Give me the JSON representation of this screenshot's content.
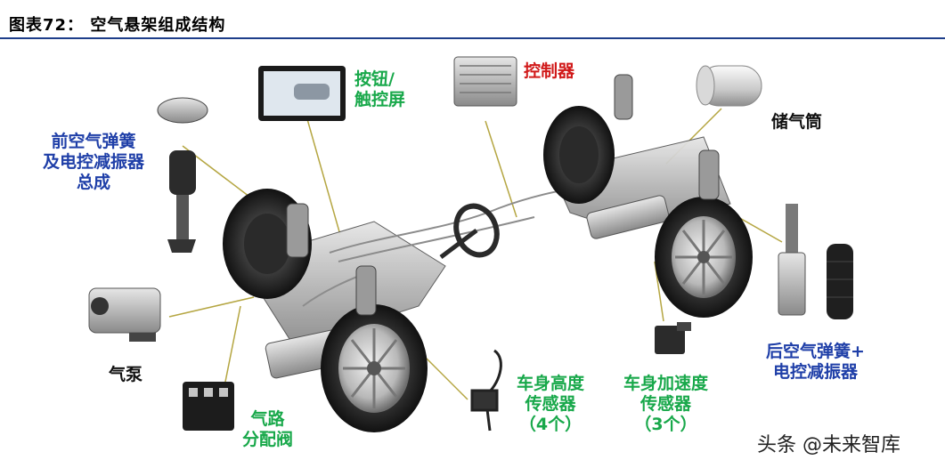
{
  "header": {
    "title": "图表72：  空气悬架组成结构",
    "rule_color": "#1e3e8a"
  },
  "colors": {
    "blue": "#1f3fa8",
    "green": "#18a84a",
    "red": "#d11a1a",
    "leader": "#b5a642"
  },
  "labels": {
    "front_spring": [
      "前空气弹簧",
      "及电控减振器",
      "总成"
    ],
    "button_touch": [
      "按钮/",
      "触控屏"
    ],
    "controller": "控制器",
    "reservoir": "储气筒",
    "rear_spring": [
      "后空气弹簧+",
      "电控减振器"
    ],
    "pump": "气泵",
    "valve": [
      "气路",
      "分配阀"
    ],
    "height_sensor": [
      "车身高度",
      "传感器",
      "（4个）"
    ],
    "accel_sensor": [
      "车身加速度",
      "传感器",
      "（3个）"
    ]
  },
  "watermark": "头条 @未来智库"
}
